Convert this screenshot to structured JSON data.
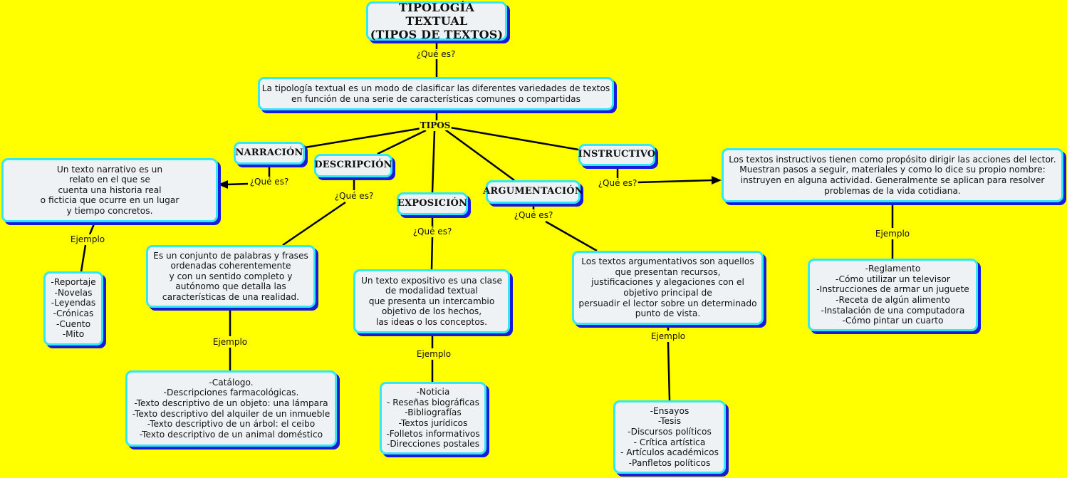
{
  "title": "TIPOLOGÍA  TEXTUAL\n(TIPOS DE TEXTOS)",
  "definition": "La tipología textual es un modo de clasificar las diferentes variedades de textos\nen función de una serie de características comunes o compartidas",
  "link_labels": {
    "que_es": "¿Qué es?",
    "tipos": "TIPOS",
    "ejemplo": "Ejemplo"
  },
  "types": {
    "narracion": {
      "name": "NARRACIÓN",
      "definition": "Un texto narrativo es un\nrelato en el que se\ncuenta una historia real\no ficticia que ocurre en un lugar\ny tiempo concretos.",
      "examples": "-Reportaje\n-Novelas\n-Leyendas\n-Crónicas\n-Cuento\n-Mito"
    },
    "descripcion": {
      "name": "DESCRIPCIÓN",
      "definition": "Es un conjunto de palabras y frases\nordenadas coherentemente\ny con un sentido completo y\nautónomo que detalla las\ncaracterísticas de una realidad.",
      "examples": "-Catálogo.\n-Descripciones farmacológicas.\n-Texto descriptivo de un objeto: una lámpara\n-Texto descriptivo del alquiler de un inmueble\n-Texto descriptivo de un árbol: el ceibo\n-Texto descriptivo de un animal doméstico"
    },
    "exposicion": {
      "name": "EXPOSICIÓN",
      "definition": "Un texto expositivo es una clase\nde modalidad textual\nque presenta un intercambio\nobjetivo de los hechos,\nlas ideas o los conceptos.",
      "examples": "-Noticia\n- Reseñas biográficas\n-Bibliografías\n-Textos jurídicos\n-Folletos informativos\n-Direcciones postales"
    },
    "argumentacion": {
      "name": "ARGUMENTACIÓN",
      "definition": "Los textos argumentativos son aquellos\nque presentan recursos,\njustificaciones y alegaciones con el\nobjetivo principal de\npersuadir el lector sobre un determinado\npunto de vista.",
      "examples": "-Ensayos\n-Tesis\n-Discursos políticos\n- Crítica artística\n- Artículos académicos\n-Panfletos políticos"
    },
    "instructivo": {
      "name": "INSTRUCTIVO",
      "definition": "Los textos instructivos tienen como propósito dirigir las acciones del lector.\nMuestran pasos a seguir, materiales y como lo dice su propio nombre:\ninstruyen en alguna actividad. Generalmente se aplican para resolver\nproblemas de la vida cotidiana.",
      "examples": "-Reglamento\n-Cómo utilizar un televisor\n-Instrucciones de armar un juguete\n-Receta de algún alimento\n-Instalación de una computadora\n-Cómo pintar un cuarto"
    }
  },
  "colors": {
    "background": "#ffff00",
    "node_fill": "#eef2f5",
    "node_border": "#33e8f2",
    "node_shadow": "#1a1adc"
  }
}
